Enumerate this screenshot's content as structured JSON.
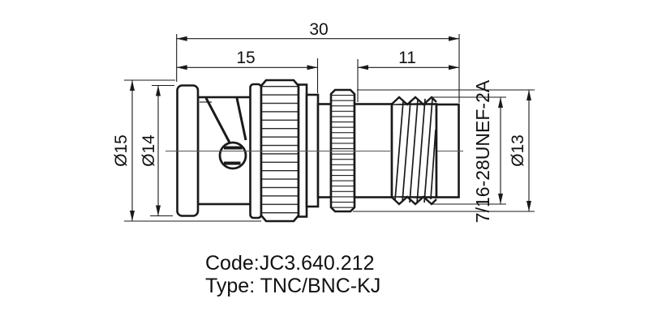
{
  "dimensions": {
    "overall_length": "30",
    "nut_section_length": "15",
    "tnc_section_length": "11",
    "knurl_outer_dia": "Ø15",
    "flange_dia": "Ø14",
    "tnc_knurl_dia": "Ø13",
    "thread_spec": "7/16-28UNEF-2A"
  },
  "notes": {
    "code": "Code:JC3.640.212",
    "type": "Type: TNC/BNC-KJ"
  },
  "colors": {
    "line": "#1a1a1a",
    "centerline": "#555555",
    "background": "#ffffff"
  }
}
